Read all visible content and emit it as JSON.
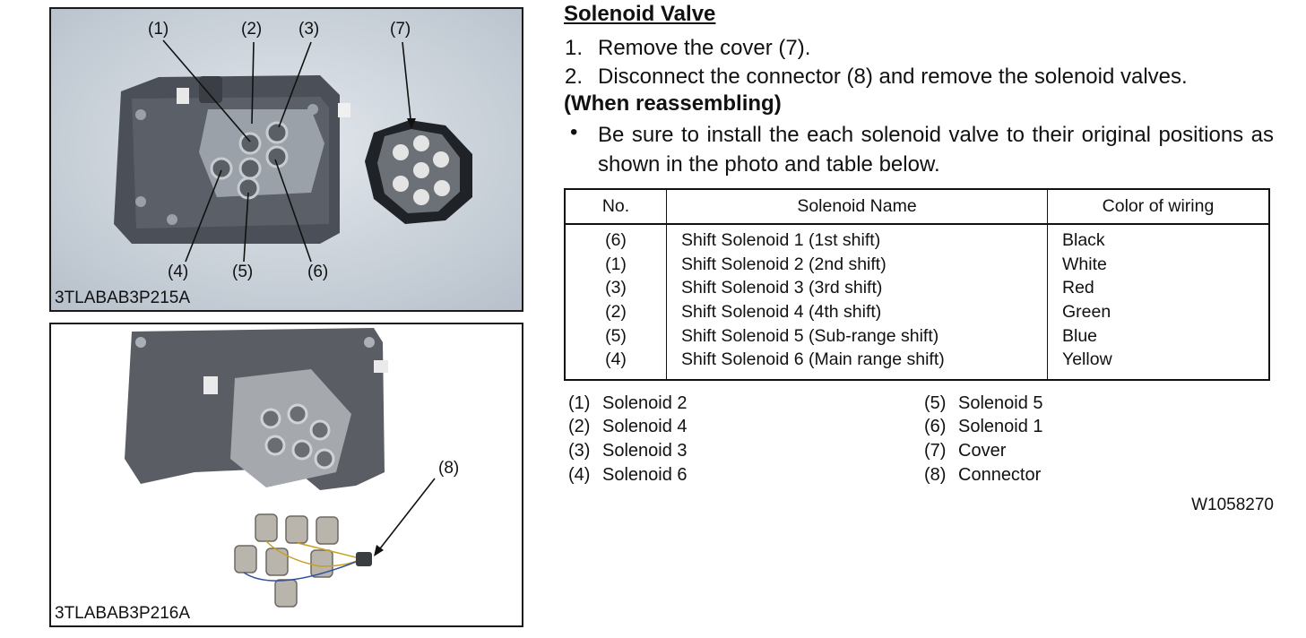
{
  "photo1": {
    "id_label": "3TLABAB3P215A",
    "callouts": [
      "(1)",
      "(2)",
      "(3)",
      "(7)",
      "(4)",
      "(5)",
      "(6)"
    ]
  },
  "photo2": {
    "id_label": "3TLABAB3P216A",
    "callouts": [
      "(8)"
    ]
  },
  "section": {
    "title": "Solenoid Valve",
    "steps": [
      {
        "num": "1.",
        "text": "Remove the cover (7)."
      },
      {
        "num": "2.",
        "text": "Disconnect the connector (8) and remove the solenoid valves."
      }
    ],
    "subheading": "(When reassembling)",
    "bullet_mark": "•",
    "bullet_text": "Be sure to install the each solenoid valve to their original positions as shown in the photo and table below."
  },
  "table": {
    "headers": [
      "No.",
      "Solenoid Name",
      "Color of wiring"
    ],
    "rows": [
      [
        "(6)",
        "Shift Solenoid 1 (1st shift)",
        "Black"
      ],
      [
        "(1)",
        "Shift Solenoid 2 (2nd shift)",
        "White"
      ],
      [
        "(3)",
        "Shift Solenoid 3 (3rd shift)",
        "Red"
      ],
      [
        "(2)",
        "Shift Solenoid 4 (4th shift)",
        "Green"
      ],
      [
        "(5)",
        "Shift Solenoid 5 (Sub-range shift)",
        "Blue"
      ],
      [
        "(4)",
        "Shift Solenoid 6 (Main range shift)",
        "Yellow"
      ]
    ]
  },
  "legend": {
    "left": [
      {
        "num": "(1)",
        "label": "Solenoid 2"
      },
      {
        "num": "(2)",
        "label": "Solenoid 4"
      },
      {
        "num": "(3)",
        "label": "Solenoid 3"
      },
      {
        "num": "(4)",
        "label": "Solenoid 6"
      }
    ],
    "right": [
      {
        "num": "(5)",
        "label": "Solenoid 5"
      },
      {
        "num": "(6)",
        "label": "Solenoid 1"
      },
      {
        "num": "(7)",
        "label": "Cover"
      },
      {
        "num": "(8)",
        "label": "Connector"
      }
    ]
  },
  "doc_id": "W1058270"
}
